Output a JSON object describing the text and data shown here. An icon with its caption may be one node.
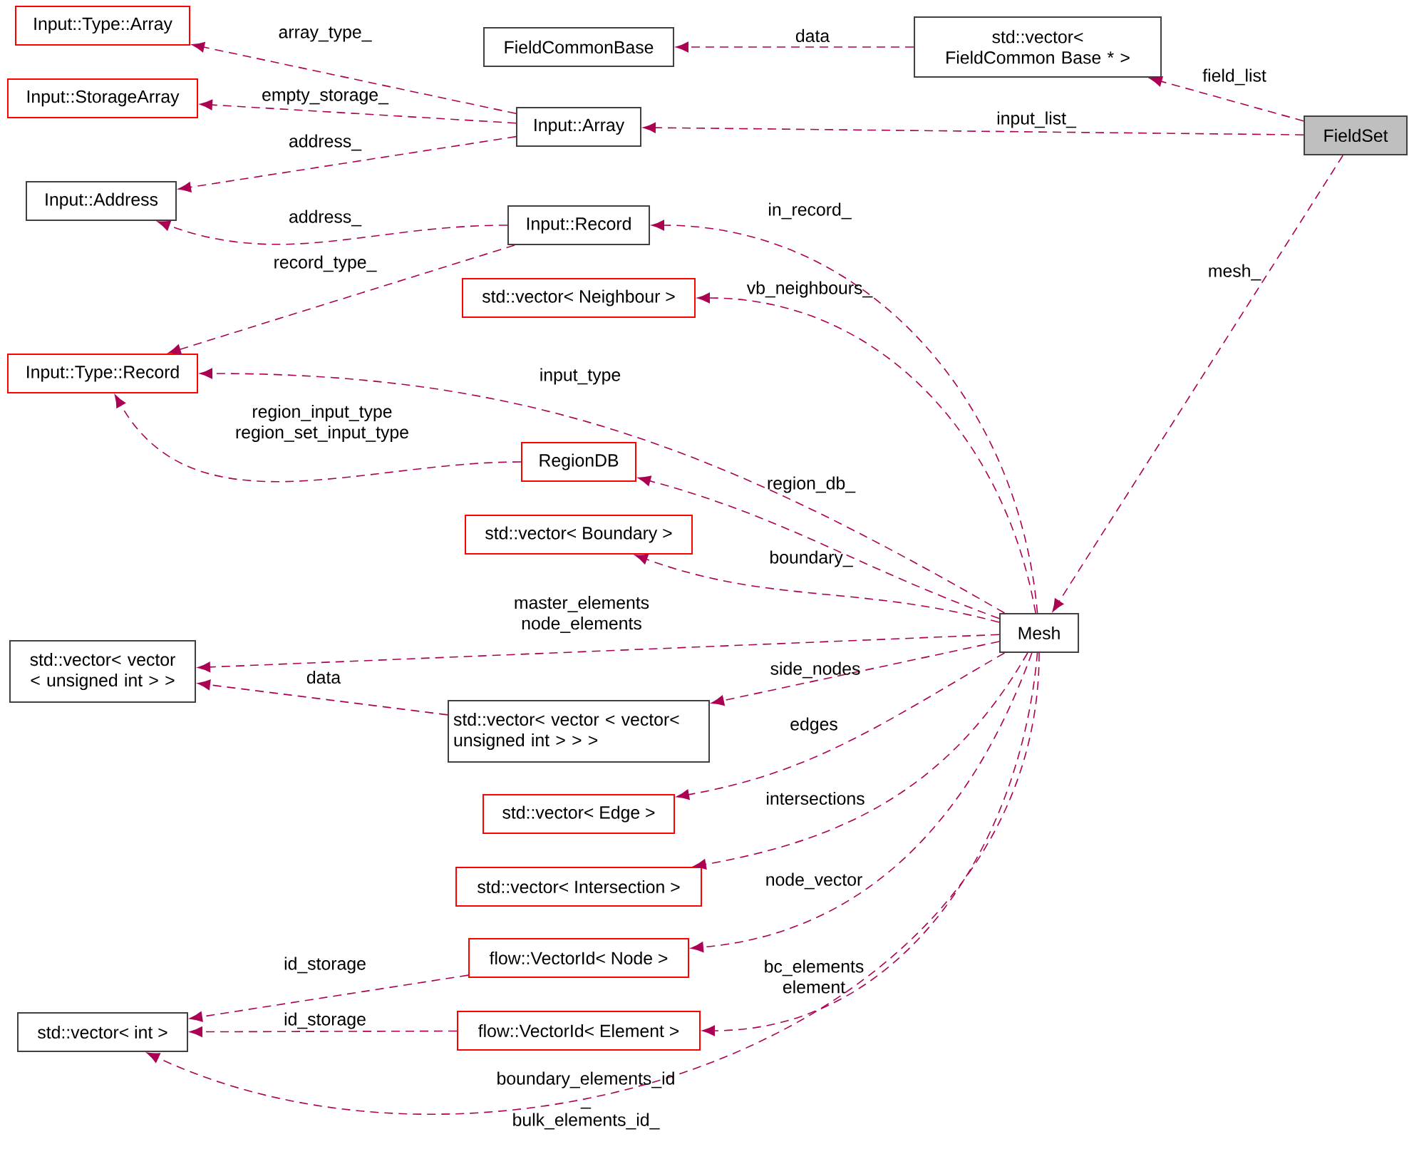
{
  "diagram": {
    "nodes": [
      {
        "text": [
          "Input::Type::Array"
        ]
      },
      {
        "text": [
          "FieldCommonBase"
        ]
      },
      {
        "text": [
          "std::vector< FieldCommon Base * >"
        ]
      },
      {
        "text": [
          "Input::StorageArray"
        ]
      },
      {
        "text": [
          "Input::Array"
        ]
      },
      {
        "text": [
          "FieldSet"
        ]
      },
      {
        "text": [
          "Input::Address"
        ]
      },
      {
        "text": [
          "Input::Record"
        ]
      },
      {
        "text": [
          "std::vector< Neighbour >"
        ]
      },
      {
        "text": [
          "Input::Type::Record"
        ]
      },
      {
        "text": [
          "RegionDB"
        ]
      },
      {
        "text": [
          "std::vector< Boundary >"
        ]
      },
      {
        "text": [
          "Mesh"
        ]
      },
      {
        "text": [
          "std::vector< vector < unsigned int > >"
        ]
      },
      {
        "text": [
          "std::vector< vector < vector< unsigned int > > >"
        ]
      },
      {
        "text": [
          "std::vector< Edge >"
        ]
      },
      {
        "text": [
          "std::vector< Intersection >"
        ]
      },
      {
        "text": [
          "flow::VectorId< Node >"
        ]
      },
      {
        "text": [
          "std::vector< int >"
        ]
      },
      {
        "text": [
          "flow::VectorId< Element >"
        ]
      }
    ],
    "edges": [
      {
        "from": 4,
        "to": 0,
        "arrow": "to",
        "label": "array_type_",
        "style": "dashed"
      },
      {
        "from": 2,
        "to": 1,
        "arrow": "to",
        "label": "data",
        "style": "dashed"
      },
      {
        "from": 4,
        "to": 3,
        "arrow": "to",
        "label": "empty_storage_",
        "style": "dashed"
      },
      {
        "from": 4,
        "to": 6,
        "arrow": "to",
        "label": "address_",
        "style": "dashed"
      },
      {
        "from": 5,
        "to": 2,
        "arrow": "to",
        "label": "field_list",
        "style": "dashed"
      },
      {
        "from": 5,
        "to": 4,
        "arrow": "to",
        "label": "input_list_",
        "style": "dashed"
      },
      {
        "from": 7,
        "to": 6,
        "arrow": "to",
        "label": "address_",
        "style": "dashed"
      },
      {
        "from": 7,
        "to": 9,
        "arrow": "to",
        "label": "record_type_",
        "style": "dashed"
      },
      {
        "from": 5,
        "to": 12,
        "arrow": "to",
        "label": "mesh_",
        "style": "dashed"
      },
      {
        "from": 12,
        "to": 7,
        "arrow": "to",
        "label": "in_record_",
        "style": "dashed"
      },
      {
        "from": 12,
        "to": 8,
        "arrow": "to",
        "label": "vb_neighbours_",
        "style": "dashed"
      },
      {
        "from": 12,
        "to": 9,
        "arrow": "to",
        "label": "input_type",
        "style": "dashed"
      },
      {
        "from": 10,
        "to": 9,
        "arrow": "to",
        "label": "region_input_type region_set_input_type",
        "style": "dashed"
      },
      {
        "from": 12,
        "to": 10,
        "arrow": "to",
        "label": "region_db_",
        "style": "dashed"
      },
      {
        "from": 12,
        "to": 11,
        "arrow": "to",
        "label": "boundary_",
        "style": "dashed"
      },
      {
        "from": 12,
        "to": 13,
        "arrow": "to",
        "label": "master_elements node_elements",
        "style": "dashed"
      },
      {
        "from": 14,
        "to": 13,
        "arrow": "to",
        "label": "data",
        "style": "dashed"
      },
      {
        "from": 12,
        "to": 14,
        "arrow": "to",
        "label": "side_nodes",
        "style": "dashed"
      },
      {
        "from": 12,
        "to": 15,
        "arrow": "to",
        "label": "edges",
        "style": "dashed"
      },
      {
        "from": 12,
        "to": 16,
        "arrow": "to",
        "label": "intersections",
        "style": "dashed"
      },
      {
        "from": 12,
        "to": 17,
        "arrow": "to",
        "label": "node_vector",
        "style": "dashed"
      },
      {
        "from": 17,
        "to": 18,
        "arrow": "to",
        "label": "id_storage",
        "style": "dashed"
      },
      {
        "from": 19,
        "to": 18,
        "arrow": "to",
        "label": "id_storage",
        "style": "dashed"
      },
      {
        "from": 12,
        "to": 19,
        "arrow": "to",
        "label": "bc_elements element",
        "style": "dashed"
      },
      {
        "from": 12,
        "to": 18,
        "arrow": "to",
        "label": "boundary_elements_id _ bulk_elements_id_",
        "style": "dashed"
      }
    ]
  }
}
